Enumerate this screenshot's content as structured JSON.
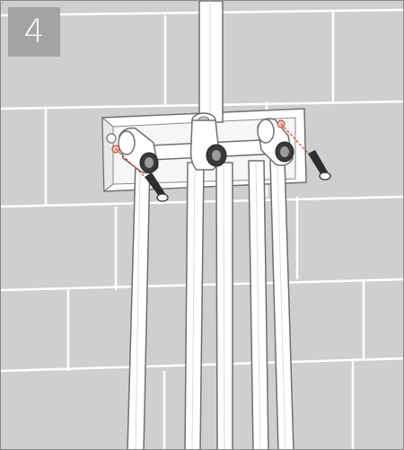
{
  "step": {
    "number": "4"
  },
  "colors": {
    "wall": "#cfcfcf",
    "joint": "#ffffff",
    "badge": "#a3a3a3",
    "pipe_fill": "#ffffff",
    "outline": "#6f6f6f",
    "guide_line": "#d0402f"
  },
  "icons": [
    "wall-tiles",
    "cutout-recess",
    "hot-water-pipe",
    "cold-water-pipe",
    "shower-outlet-pipe",
    "mixer-valve-body",
    "wall-plug",
    "screw"
  ]
}
